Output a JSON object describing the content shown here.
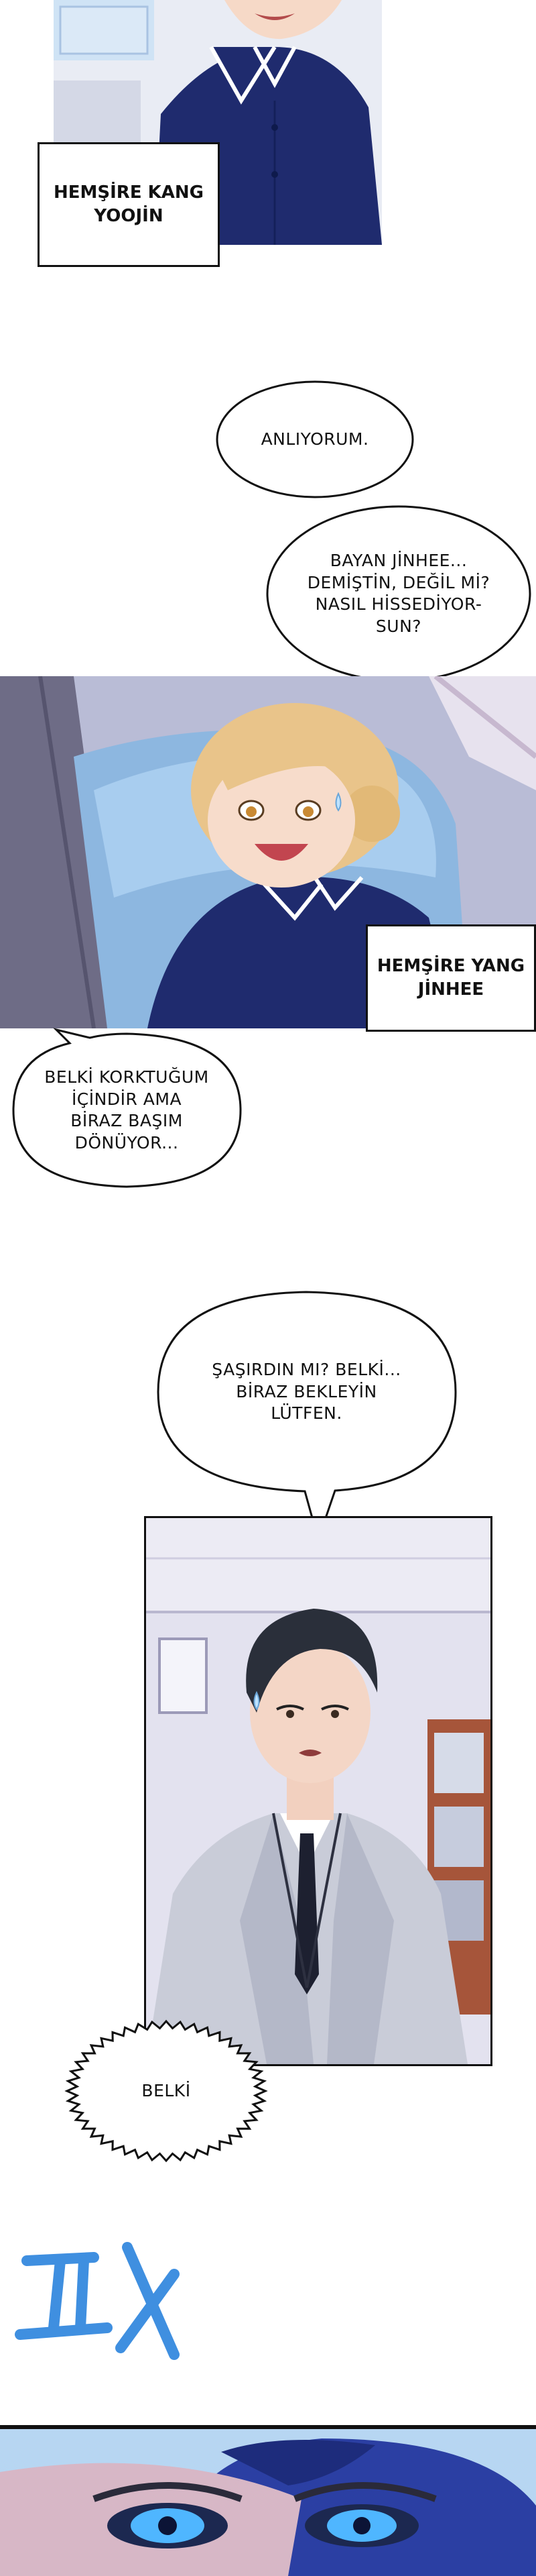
{
  "captions": {
    "nurse_kang": "HEMŞİRE KANG\nYOOJİN",
    "nurse_yang": "HEMŞİRE YANG\nJİNHEE"
  },
  "bubbles": {
    "b1": "ANLIYORUM.",
    "b2": "BAYAN JİNHEE...\nDEMİŞTİN, DEĞİL Mİ?\nNASIL HİSSEDİYOR-\nSUN?",
    "b3": "BELKİ KORKTUĞUM\nİÇİNDİR AMA\nBİRAZ BAŞIM\nDÖNÜYOR...",
    "b4": "ŞAŞIRDIN MI? BELKİ...\nBİRAZ BEKLEYİN\nLÜTFEN.",
    "b5": "BELKİ"
  },
  "colors": {
    "uniform_navy": "#1f2b6e",
    "hair_blonde": "#e9c48a",
    "hair_dark": "#2a2f3a",
    "pillow_blue": "#9fc3e6",
    "suit_gray": "#c9ccd8",
    "sfx_blue": "#3f8fe0",
    "eye_glow": "#4fb6ff"
  }
}
